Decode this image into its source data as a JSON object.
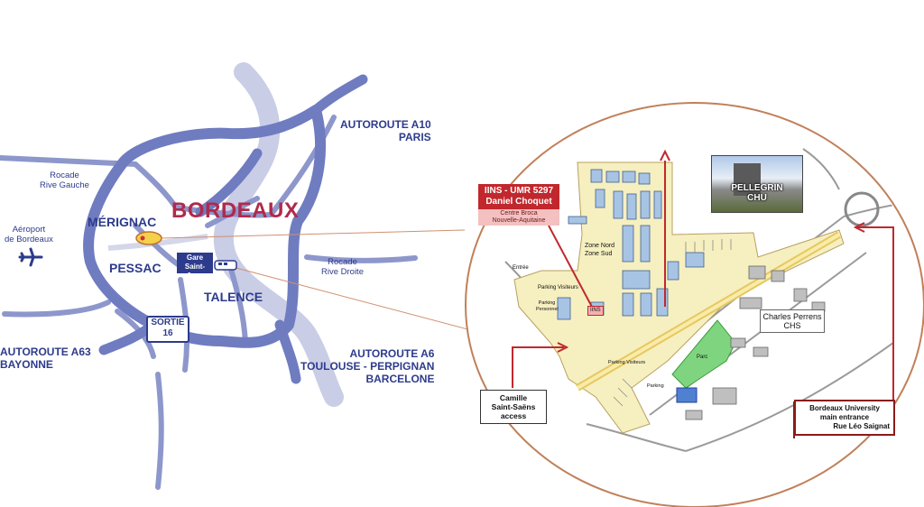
{
  "city_map": {
    "title": "BORDEAUX",
    "districts": {
      "merignac": "MÉRIGNAC",
      "pessac": "PESSAC",
      "talence": "TALENCE"
    },
    "airport": {
      "line1": "Aéroport",
      "line2": "de Bordeaux"
    },
    "rocade_gauche": {
      "line1": "Rocade",
      "line2": "Rive Gauche"
    },
    "rocade_droite": {
      "line1": "Rocade",
      "line2": "Rive Droite"
    },
    "a10": {
      "line1": "AUTOROUTE A10",
      "line2": "PARIS"
    },
    "a63": {
      "line1": "AUTOROUTE A63",
      "line2": "BAYONNE"
    },
    "a6": {
      "line1": "AUTOROUTE A6",
      "line2": "TOULOUSE - PERPIGNAN",
      "line3": "BARCELONE"
    },
    "exit": {
      "line1": "SORTIE",
      "line2": "16"
    },
    "station": {
      "line1": "Gare",
      "line2": "Saint-Jean"
    },
    "colors": {
      "roads": "#6f7cc0",
      "river": "#c9cde6",
      "text": "#2d3b8c",
      "title": "#b02a4a"
    }
  },
  "campus_map": {
    "iins": {
      "line1": "IINS - UMR 5297",
      "line2": "Daniel Choquet",
      "line3": "Centre Broca",
      "line4": "Nouvelle-Aquitaine"
    },
    "pellegrin": {
      "line1": "PELLEGRIN",
      "line2": "CHU"
    },
    "charles_perrens": {
      "line1": "Charles Perrens",
      "line2": "CHS"
    },
    "camille": {
      "line1": "Camille",
      "line2": "Saint-Saëns",
      "line3": "access"
    },
    "university": {
      "line1": "Bordeaux University",
      "line2": "main entrance",
      "line3": "Rue Léo Saignat"
    },
    "zones": {
      "nord": "Zone Nord",
      "sud": "Zone Sud"
    },
    "labels": {
      "parking_visiteurs": "Parking Visiteurs",
      "parking_personnel": "Parking Personnel",
      "iins_tag": "IINS",
      "parking_visiteurs2": "Parking Visiteurs",
      "parc": "Parc",
      "entree": "Entrée",
      "parking": "Parking"
    },
    "colors": {
      "campus": "#f6efc0",
      "park": "#7fd57f",
      "red": "#c0282d",
      "outline": "#c0805a"
    }
  }
}
